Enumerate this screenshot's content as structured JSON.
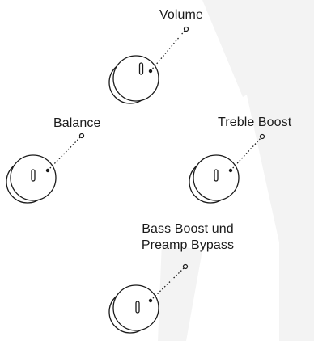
{
  "colors": {
    "stroke": "#1a1a1a",
    "watermark": "#f2f2f2",
    "background": "#ffffff"
  },
  "labels": {
    "volume": "Volume",
    "balance": "Balance",
    "treble": "Treble Boost",
    "bass_line1": "Bass Boost und",
    "bass_line2": "Preamp Bypass"
  },
  "icons": {
    "knob": "rotary-knob-icon",
    "watermark": "logo-watermark"
  }
}
